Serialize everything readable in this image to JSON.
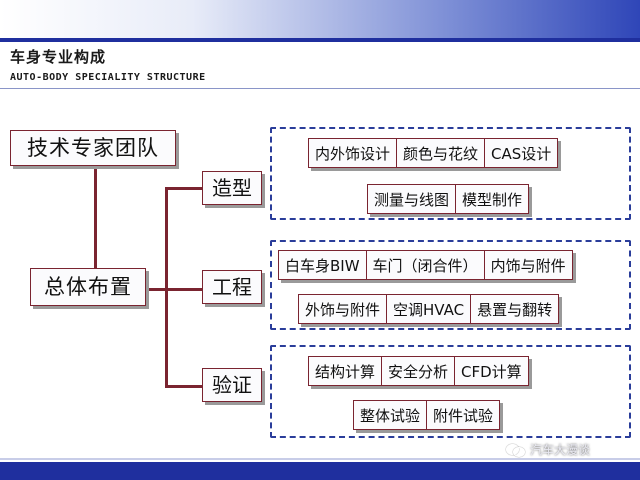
{
  "header": {
    "title_cn": "车身专业构成",
    "title_en": "AUTO-BODY SPECIALITY STRUCTURE"
  },
  "diagram": {
    "expert_team": "技术专家团队",
    "overall_layout": "总体布置",
    "branches": [
      {
        "label": "造型",
        "rows": [
          [
            "内外饰设计",
            "颜色与花纹",
            "CAS设计"
          ],
          [
            "测量与线图",
            "模型制作"
          ]
        ]
      },
      {
        "label": "工程",
        "rows": [
          [
            "白车身BIW",
            "车门（闭合件）",
            "内饰与附件"
          ],
          [
            "外饰与附件",
            "空调HVAC",
            "悬置与翻转"
          ]
        ]
      },
      {
        "label": "验证",
        "rows": [
          [
            "结构计算",
            "安全分析",
            "CFD计算"
          ],
          [
            "整体试验",
            "附件试验"
          ]
        ]
      }
    ]
  },
  "watermark": "汽车大漫谈",
  "colors": {
    "connector": "#7a2430",
    "dashed_border": "#2a3d9a",
    "header_band": "#1f2f9e"
  }
}
